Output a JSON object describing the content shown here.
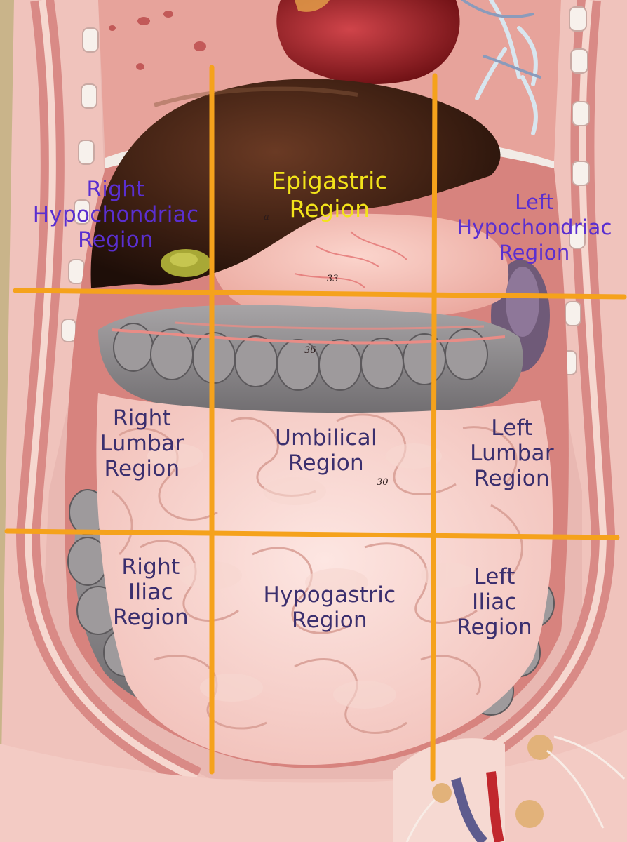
{
  "colors": {
    "grid_line": "#f5a21c",
    "label_default": "#3b2f6e",
    "label_upper_side": "#5a2fd0",
    "label_epigastric": "#f2e31a"
  },
  "regions": {
    "right_hypochondriac": {
      "lines": [
        "Right",
        "Hypochondriac",
        "Region"
      ]
    },
    "epigastric": {
      "lines": [
        "Epigastric",
        "Region"
      ]
    },
    "left_hypochondriac": {
      "lines": [
        "Left",
        "Hypochondriac",
        "Region"
      ]
    },
    "right_lumbar": {
      "lines": [
        "Right",
        "Lumbar",
        "Region"
      ]
    },
    "umbilical": {
      "lines": [
        "Umbilical",
        "Region"
      ]
    },
    "left_lumbar": {
      "lines": [
        "Left",
        "Lumbar",
        "Region"
      ]
    },
    "right_iliac": {
      "lines": [
        "Right",
        "Iliac",
        "Region"
      ]
    },
    "hypogastric": {
      "lines": [
        "Hypogastric",
        "Region"
      ]
    },
    "left_iliac": {
      "lines": [
        "Left",
        "Iliac",
        "Region"
      ]
    }
  },
  "model_tags": {
    "a": "a",
    "n33": "33",
    "n36": "36",
    "n30": "30"
  }
}
